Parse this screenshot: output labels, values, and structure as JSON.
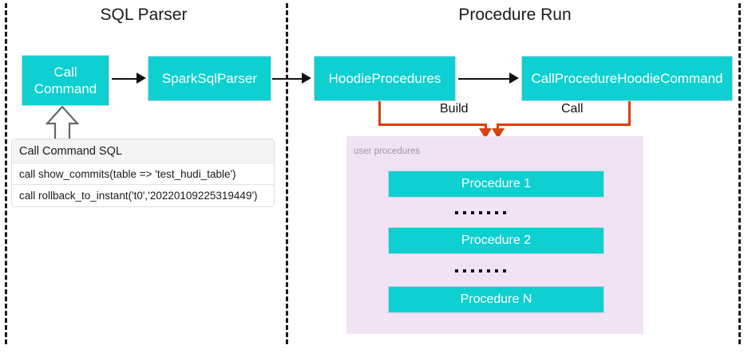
{
  "diagram": {
    "sections": [
      {
        "title": "SQL Parser"
      },
      {
        "title": "Procedure Run"
      }
    ],
    "nodes": {
      "call_command": "Call\nCommand",
      "spark_sql_parser": "SparkSqlParser",
      "hoodie_procedures": "HoodieProcedures",
      "call_procedure_hoodie_command": "CallProcedureHoodieCommand"
    },
    "edge_labels": {
      "build": "Build",
      "call": "Call"
    },
    "sql_table": {
      "header": "Call Command SQL",
      "rows": [
        "call show_commits(table => 'test_hudi_table')",
        "call rollback_to_instant('t0','20220109225319449')"
      ]
    },
    "user_procedures": {
      "label": "user procedures",
      "items": [
        "Procedure 1",
        "Procedure 2",
        "Procedure N"
      ]
    },
    "colors": {
      "teal": "#0ed0d0",
      "orange": "#d9400d",
      "panel_pink": "#f0e3f4",
      "divider": "#1a1a1a",
      "text_dark": "#1a1a1a",
      "label_grey": "#9b9b9b"
    }
  }
}
